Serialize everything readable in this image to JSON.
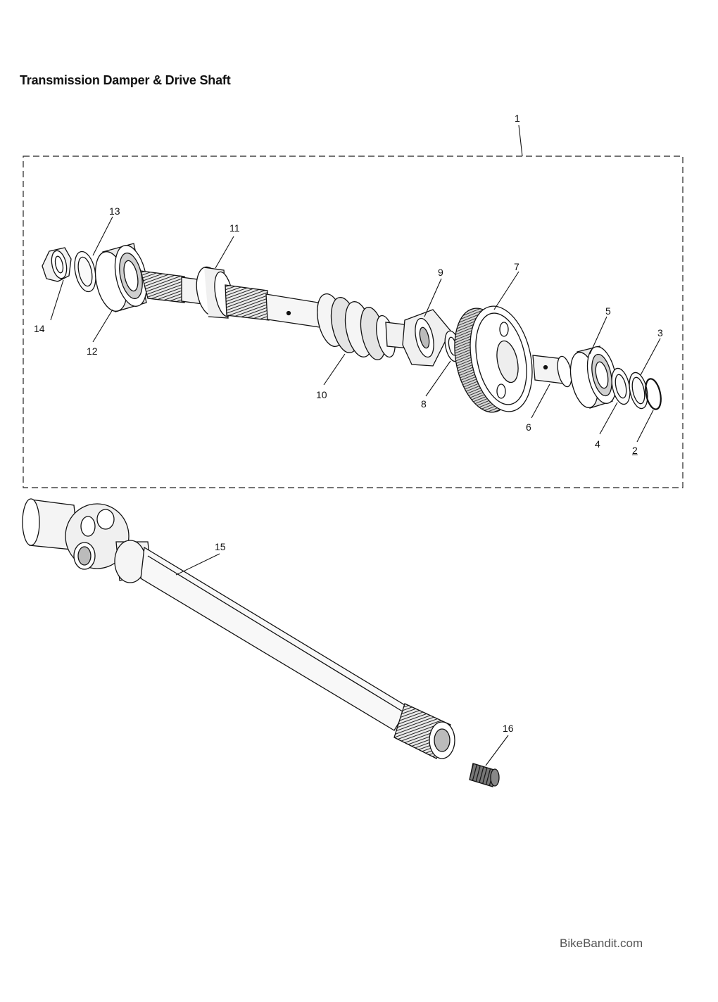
{
  "title": "Transmission Damper & Drive Shaft",
  "watermark": "BikeBandit.com",
  "callouts": [
    {
      "id": "1",
      "label": "1"
    },
    {
      "id": "2",
      "label": "2"
    },
    {
      "id": "3",
      "label": "3"
    },
    {
      "id": "4",
      "label": "4"
    },
    {
      "id": "5",
      "label": "5"
    },
    {
      "id": "6",
      "label": "6"
    },
    {
      "id": "7",
      "label": "7"
    },
    {
      "id": "8",
      "label": "8"
    },
    {
      "id": "9",
      "label": "9"
    },
    {
      "id": "10",
      "label": "10"
    },
    {
      "id": "11",
      "label": "11"
    },
    {
      "id": "12",
      "label": "12"
    },
    {
      "id": "13",
      "label": "13"
    },
    {
      "id": "14",
      "label": "14"
    },
    {
      "id": "15",
      "label": "15"
    },
    {
      "id": "16",
      "label": "16"
    }
  ],
  "colors": {
    "line": "#111111",
    "dash": "#222222",
    "shade": "#bdbdbd",
    "dark": "#555555"
  }
}
